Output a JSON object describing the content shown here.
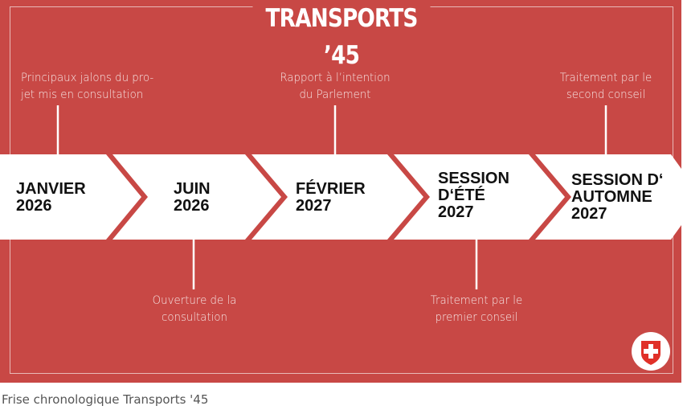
{
  "title": "TRANSPORTS ’45",
  "colors": {
    "background": "#c84845",
    "chevron": "#ffffff",
    "text": "#111111"
  },
  "milestones": [
    {
      "date": [
        "JANVIER",
        "2026"
      ],
      "note": [
        "Principaux jalons du pro-",
        "jet mis en consultation"
      ]
    },
    {
      "date": [
        "JUIN",
        "2026"
      ],
      "note": [
        "Ouverture de la",
        "consultation"
      ]
    },
    {
      "date": [
        "FÉVRIER",
        "2027"
      ],
      "note": [
        "Rapport à l’intention",
        "du Parlement"
      ]
    },
    {
      "date": [
        "SESSION",
        "D‘ÉTÉ",
        "2027"
      ],
      "note": [
        "Traitement par le",
        "premier conseil"
      ]
    },
    {
      "date": [
        "SESSION D‘",
        "AUTOMNE",
        "2027"
      ],
      "note": [
        "Traitement par le",
        "second conseil"
      ]
    }
  ],
  "caption": "Frise chronologique Transports '45",
  "emblem": "swiss-coat-of-arms"
}
